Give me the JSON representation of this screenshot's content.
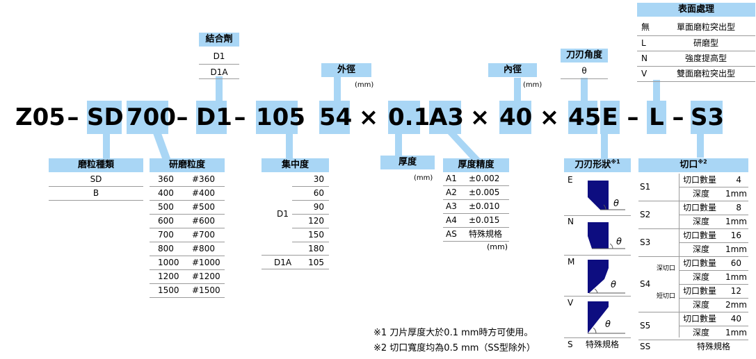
{
  "code_parts": {
    "prefix": "Z05",
    "sep1": "–",
    "abrasive": "SD",
    "grit": "700",
    "sep2": "–",
    "bond": "D1",
    "sep3": "–",
    "concentration": "105",
    "outer_dia": "54",
    "times1": "×",
    "thickness": "0.1",
    "tolerance": "A3",
    "times2": "×",
    "inner_dia": "40",
    "times3": "×",
    "edge_angle": "45",
    "edge_shape": "E",
    "sep4": "–",
    "surface": "L",
    "sep5": "–",
    "notch": "S3"
  },
  "bond": {
    "title": "結合劑",
    "rows": [
      "D1",
      "D1A"
    ]
  },
  "outer_dia": {
    "title": "外徑",
    "unit": "(mm)"
  },
  "inner_dia": {
    "title": "內徑",
    "unit": "(mm)"
  },
  "edge_angle": {
    "title": "刀刃角度",
    "symbol": "θ"
  },
  "surface": {
    "title": "表面處理",
    "rows": [
      [
        "無",
        "單面磨粒突出型"
      ],
      [
        "L",
        "研磨型"
      ],
      [
        "N",
        "強度提高型"
      ],
      [
        "V",
        "雙面磨粒突出型"
      ]
    ]
  },
  "abrasive": {
    "title": "磨粒種類",
    "rows": [
      "SD",
      "B"
    ]
  },
  "grit": {
    "title": "研磨粒度",
    "rows": [
      [
        "360",
        "#360"
      ],
      [
        "400",
        "#400"
      ],
      [
        "500",
        "#500"
      ],
      [
        "600",
        "#600"
      ],
      [
        "700",
        "#700"
      ],
      [
        "800",
        "#800"
      ],
      [
        "1000",
        "#1000"
      ],
      [
        "1200",
        "#1200"
      ],
      [
        "1500",
        "#1500"
      ]
    ]
  },
  "concentration": {
    "title": "集中度",
    "group1": "D1",
    "values1": [
      "30",
      "60",
      "90",
      "120",
      "150",
      "180"
    ],
    "group2": "D1A",
    "value2": "105"
  },
  "thickness": {
    "title": "厚度",
    "unit": "(mm)"
  },
  "tolerance": {
    "title": "厚度精度",
    "rows": [
      [
        "A1",
        "±0.002"
      ],
      [
        "A2",
        "±0.005"
      ],
      [
        "A3",
        "±0.010"
      ],
      [
        "A4",
        "±0.015"
      ],
      [
        "AS",
        "特殊規格"
      ]
    ],
    "unit": "(mm)"
  },
  "edge_shape": {
    "title": "刀刃形狀",
    "mark": "※1",
    "rows": [
      "E",
      "N",
      "M",
      "V"
    ],
    "special_code": "S",
    "special_label": "特殊規格",
    "theta": "θ"
  },
  "notch": {
    "title": "切口",
    "mark": "※2",
    "rows": [
      {
        "code": "S1",
        "count_label": "切口數量",
        "count": "4",
        "depth_label": "深度",
        "depth": "1mm"
      },
      {
        "code": "S2",
        "count_label": "切口數量",
        "count": "8",
        "depth_label": "深度",
        "depth": "1mm"
      },
      {
        "code": "S3",
        "count_label": "切口數量",
        "count": "16",
        "depth_label": "深度",
        "depth": "1mm"
      },
      {
        "code": "S4",
        "deep_label": "深切口",
        "deep_count_label": "切口數量",
        "deep_count": "60",
        "deep_depth_label": "深度",
        "deep_depth": "1mm",
        "short_label": "短切口",
        "short_count_label": "切口數量",
        "short_count": "12",
        "short_depth_label": "深度",
        "short_depth": "2mm"
      },
      {
        "code": "S5",
        "count_label": "切口數量",
        "count": "40",
        "depth_label": "深度",
        "depth": "1mm"
      }
    ],
    "special_code": "SS",
    "special_label": "特殊規格"
  },
  "notes": [
    "※1 刀片厚度大於0.1 mm時方可使用。",
    "※2 切口寬度均為0.5 mm（SS型除外）"
  ],
  "colors": {
    "highlight": "#a9d6f5",
    "shape": "#0d0d80"
  }
}
